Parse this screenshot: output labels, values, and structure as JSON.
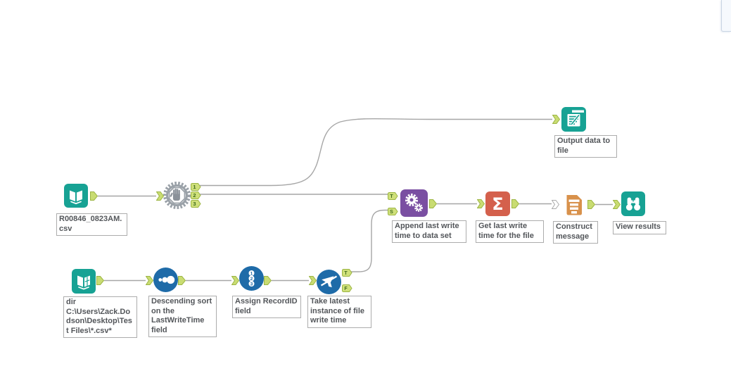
{
  "app": {
    "title": "Alteryx workflow canvas"
  },
  "colors": {
    "teal": "#17a294",
    "blue": "#1e6ba8",
    "purple": "#7a4fa2",
    "summarize_red": "#d4604c",
    "doc_orange": "#d8914b",
    "tool_gray": "#9aa1a8",
    "hand_gray": "#8a9199",
    "anchor_fill": "#c9dc72",
    "anchor_border": "#9cb544",
    "anchor_text": "#3e6b1f",
    "wire_gray": "#a6a6a6",
    "annotation_text": "#53565a"
  },
  "nodes": {
    "input_csv": {
      "tool": "Input Data",
      "label": "R00846_0823AM.csv"
    },
    "block_until_done": {
      "tool": "Block Until Done",
      "outputs": [
        "1",
        "2",
        "3"
      ]
    },
    "output_file": {
      "tool": "Output Data",
      "label": "Output data to file"
    },
    "append": {
      "tool": "Append Fields",
      "label": "Append last write time to data set",
      "inputs": [
        "T",
        "S"
      ]
    },
    "summarize": {
      "tool": "Summarize",
      "label": "Get last write time for the file",
      "glyph": "Σ"
    },
    "message": {
      "tool": "Message",
      "label": "Construct message"
    },
    "browse": {
      "tool": "Browse",
      "label": "View results"
    },
    "directory": {
      "tool": "Directory",
      "label": "dir\nC:\\Users\\Zack.Dodson\\Desktop\\Test Files\\*.csv*"
    },
    "sort": {
      "tool": "Sort",
      "label": "Descending sort on the LastWriteTime field"
    },
    "record_id": {
      "tool": "RecordID",
      "label": "Assign RecordID field",
      "digits": [
        "1",
        "2",
        "3"
      ]
    },
    "filter": {
      "tool": "Filter",
      "label": "Take latest instance of file write time",
      "outputs": [
        "T",
        "F"
      ]
    }
  }
}
